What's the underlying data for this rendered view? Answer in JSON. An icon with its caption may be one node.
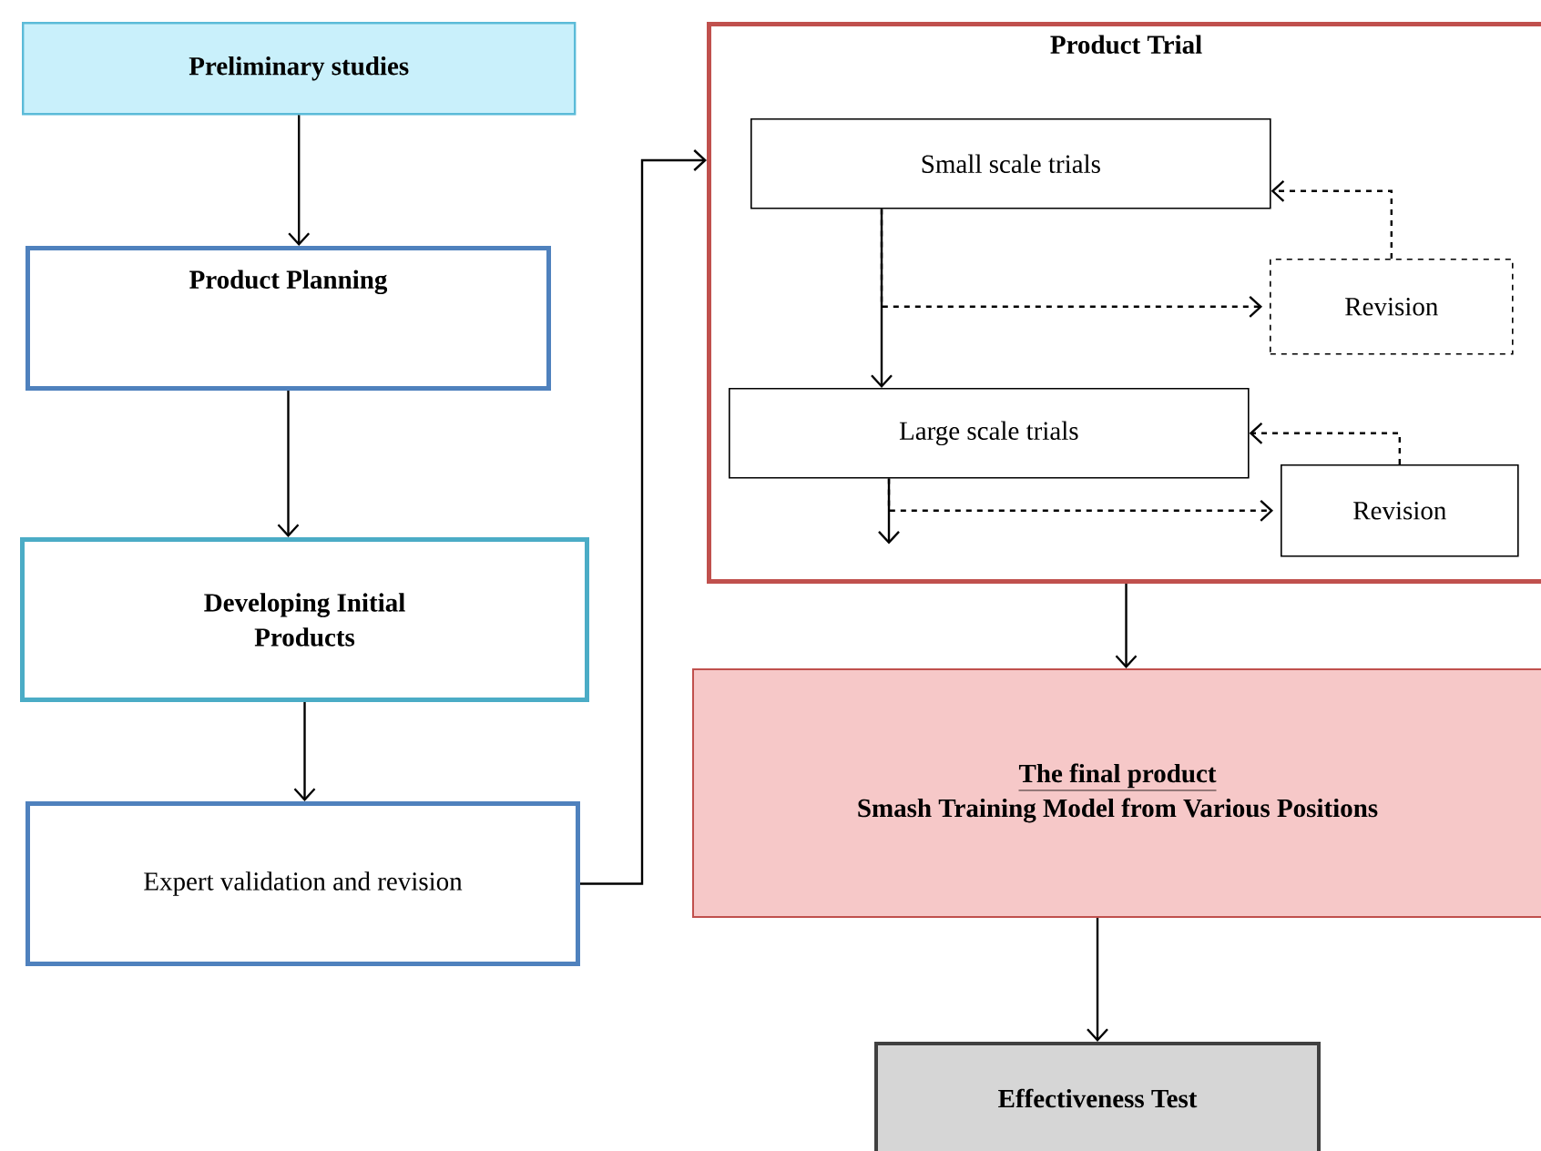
{
  "diagram": {
    "nodes": [
      {
        "text": [
          "Preliminary studies"
        ]
      },
      {
        "text": [
          "Product Planning"
        ]
      },
      {
        "text": [
          "Developing Initial Products"
        ]
      },
      {
        "text": [
          "Expert validation and revision"
        ]
      },
      {
        "text": [
          "Product Trial"
        ]
      },
      {
        "text": [
          "Small scale trials"
        ],
        "in": 4
      },
      {
        "text": [
          "Revision"
        ],
        "in": 4
      },
      {
        "text": [
          "Large scale trials"
        ],
        "in": 4
      },
      {
        "text": [
          "Revision"
        ],
        "in": 4
      },
      {
        "text": [
          "The final product",
          "Smash Training Model from Various Positions"
        ]
      },
      {
        "text": [
          "Effectiveness Test"
        ]
      }
    ],
    "edges": [
      {
        "from": 0,
        "to": 1,
        "arrow": "to"
      },
      {
        "from": 1,
        "to": 2,
        "arrow": "to"
      },
      {
        "from": 2,
        "to": 3,
        "arrow": "to"
      },
      {
        "from": 3,
        "to": 4,
        "arrow": "to"
      },
      {
        "from": 5,
        "to": 7,
        "arrow": "to"
      },
      {
        "from": 5,
        "to": 6,
        "arrow": "to",
        "style": "dashed"
      },
      {
        "from": 6,
        "to": 5,
        "arrow": "to",
        "style": "dashed"
      },
      {
        "from": 7,
        "to": null,
        "arrow": "to"
      },
      {
        "from": 7,
        "to": 8,
        "arrow": "to",
        "style": "dashed"
      },
      {
        "from": 8,
        "to": 7,
        "arrow": "to",
        "style": "dashed"
      },
      {
        "from": 4,
        "to": 9,
        "arrow": "to"
      },
      {
        "from": 9,
        "to": 10,
        "arrow": "to"
      }
    ]
  }
}
